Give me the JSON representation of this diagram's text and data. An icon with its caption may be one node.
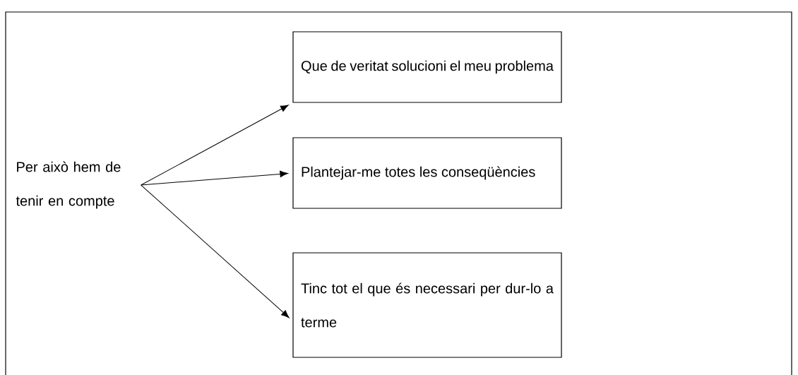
{
  "diagram": {
    "nodes": [
      {
        "text": [
          "Per això hem de tenir en compte"
        ]
      },
      {
        "text": [
          "Que de veritat solucioni el meu problema"
        ]
      },
      {
        "text": [
          "Plantejar-me totes les conseqüències"
        ]
      },
      {
        "text": [
          "Tinc tot el que és necessari per dur-lo a terme"
        ]
      }
    ],
    "edges": [
      {
        "from": 0,
        "to": 1,
        "arrow": "to"
      },
      {
        "from": 0,
        "to": 2,
        "arrow": "to"
      },
      {
        "from": 0,
        "to": 3,
        "arrow": "to"
      }
    ]
  }
}
